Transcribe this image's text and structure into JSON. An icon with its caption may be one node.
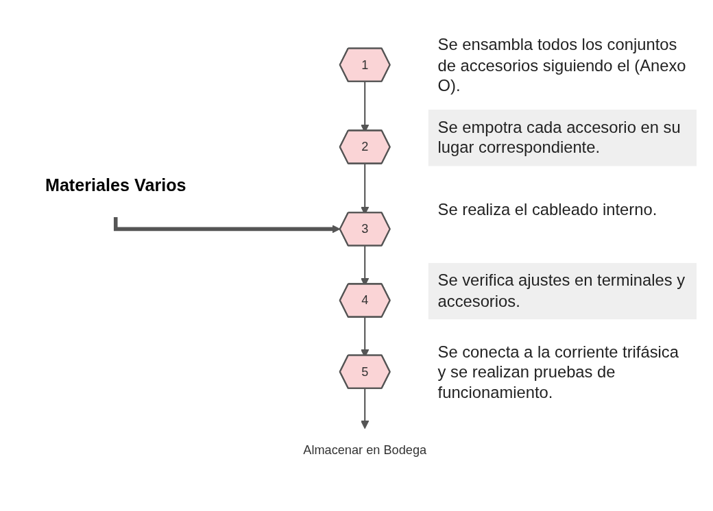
{
  "diagram": {
    "nodes": [
      {
        "text": [
          "1"
        ],
        "beside": [
          "Se ensambla todos los conjuntos de accesorios siguiendo el (Anexo O)."
        ]
      },
      {
        "text": [
          "2"
        ],
        "beside": [
          "Se empotra cada accesorio en su lugar correspondiente."
        ]
      },
      {
        "text": [
          "3"
        ],
        "beside": [
          "Se realiza el cableado interno."
        ]
      },
      {
        "text": [
          "4"
        ],
        "beside": [
          "Se verifica ajustes en terminales y accesorios."
        ]
      },
      {
        "text": [
          "5"
        ],
        "beside": [
          "Se conecta a la corriente trifásica y se realizan pruebas de funcionamiento."
        ]
      },
      {
        "text": [
          "Materiales Varios"
        ]
      },
      {
        "text": [
          "Almacenar en Bodega"
        ]
      }
    ],
    "edges": [
      {
        "from": 0,
        "to": 1,
        "arrow": "to"
      },
      {
        "from": 1,
        "to": 2,
        "arrow": "to"
      },
      {
        "from": 2,
        "to": 3,
        "arrow": "to"
      },
      {
        "from": 3,
        "to": 4,
        "arrow": "to"
      },
      {
        "from": 4,
        "to": 6,
        "arrow": "to"
      },
      {
        "from": 5,
        "to": 2,
        "arrow": "to",
        "style": "thick"
      }
    ]
  }
}
